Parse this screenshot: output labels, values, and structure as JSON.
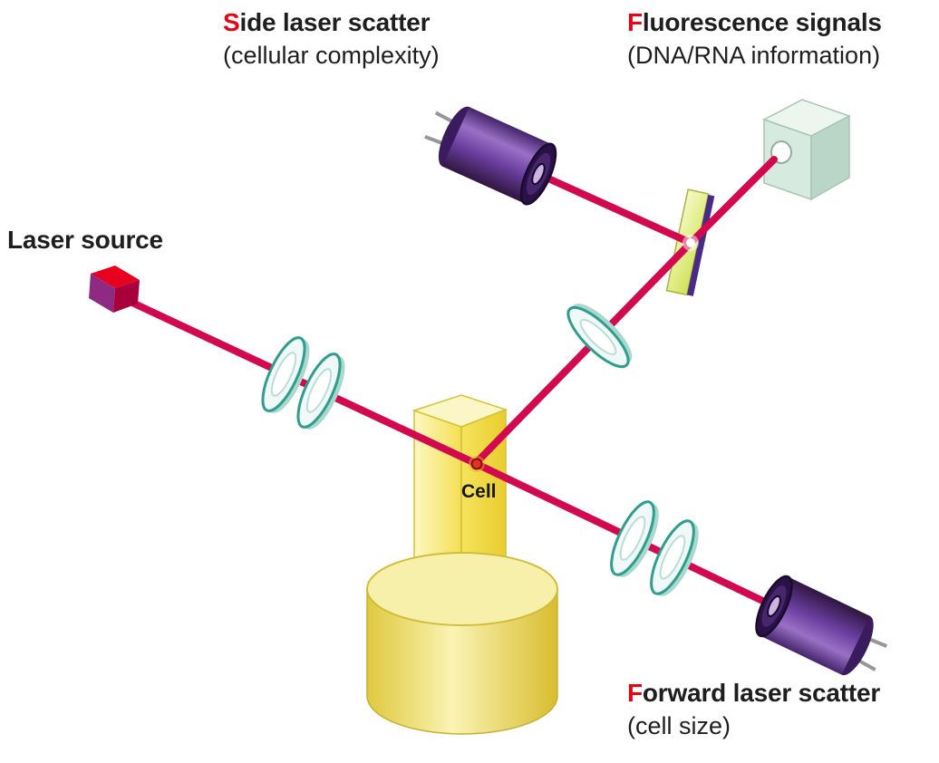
{
  "labels": {
    "side_scatter": {
      "accent": "S",
      "rest": "ide laser scatter",
      "subtitle": "(cellular complexity)"
    },
    "fluorescence": {
      "accent": "F",
      "rest": "luorescence signals",
      "subtitle": "(DNA/RNA information)"
    },
    "laser_source": "Laser source",
    "cell": "Cell",
    "forward_scatter": {
      "accent": "F",
      "rest": "orward laser scatter",
      "subtitle": "(cell size)"
    }
  },
  "colors": {
    "beam": "#d2094f",
    "accent_letter": "#e30617",
    "text": "#1e1e1e",
    "lens_rim": "#2f9e8f",
    "detector_purple": "#6b3fa0",
    "cuvette_yellow": "#f2dc45",
    "base_yellow": "#f7f0ab",
    "mirror_green": "#cfe254",
    "mirror_edge_purple": "#4b2a86",
    "cube_mint": "#d7eadf",
    "cell_red": "#e23323"
  }
}
